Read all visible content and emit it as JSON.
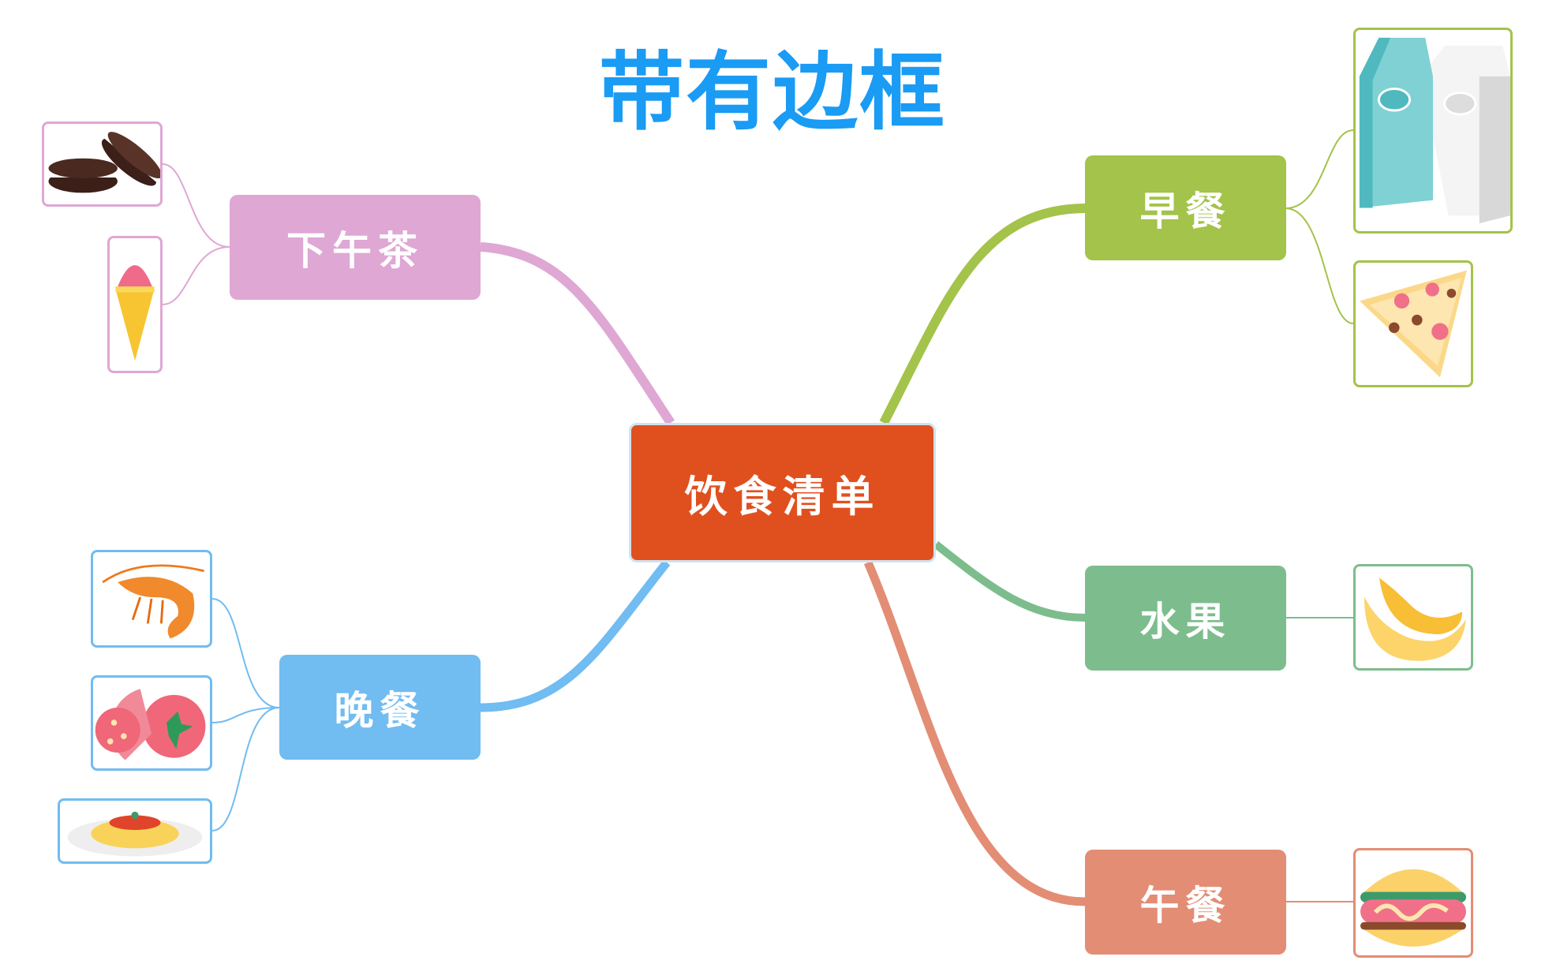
{
  "title": "带有边框",
  "central": {
    "label": "饮食清单",
    "color": "#e0501f"
  },
  "branches": [
    {
      "id": "afternoon-tea",
      "label": "下午茶",
      "color": "#dfa7d4",
      "images": [
        "cookie",
        "ice-cream"
      ]
    },
    {
      "id": "breakfast",
      "label": "早餐",
      "color": "#a3c34a",
      "images": [
        "milk",
        "pizza"
      ]
    },
    {
      "id": "fruit",
      "label": "水果",
      "color": "#7dbd8d",
      "images": [
        "banana"
      ]
    },
    {
      "id": "lunch",
      "label": "午餐",
      "color": "#e38d75",
      "images": [
        "hotdog-burger"
      ]
    },
    {
      "id": "dinner",
      "label": "晚餐",
      "color": "#71bcf1",
      "images": [
        "shrimp",
        "tomato",
        "pasta"
      ]
    }
  ]
}
